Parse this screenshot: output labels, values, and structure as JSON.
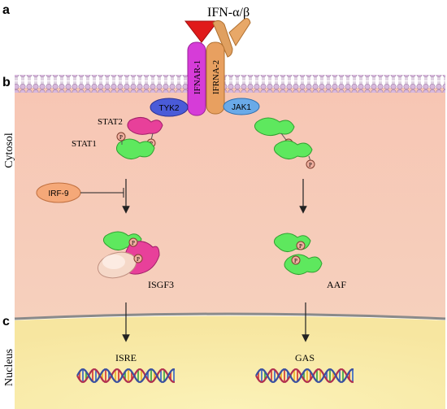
{
  "panels": {
    "a": "a",
    "b": "b",
    "c": "c"
  },
  "ligand": "IFN-α/β",
  "receptors": {
    "r1": "IFNAR-1",
    "r2": "IFRNA-2"
  },
  "kinases": {
    "k1": "TYK2",
    "k2": "JAK1"
  },
  "stats": {
    "stat2": "STAT2",
    "stat1": "STAT1"
  },
  "phospho": "P",
  "irf": "IRF-9",
  "complexes": {
    "left": "ISGF3",
    "right": "AAF"
  },
  "regions": {
    "cytosol": "Cytosol",
    "nucleus": "Nucleus"
  },
  "elements": {
    "left": "ISRE",
    "right": "GAS"
  },
  "colors": {
    "cytosol": "#f6c9b8",
    "nucleus": "#fbf0b0",
    "stat1": "#5ee85e",
    "stat2": "#e8409a",
    "ifnar1": "#d63cd8",
    "ifnar2": "#e8a060",
    "ligand": "#e81818",
    "tyk2": "#4a5bd8",
    "jak1": "#5aa0e8",
    "irf9": "#f5a070"
  }
}
